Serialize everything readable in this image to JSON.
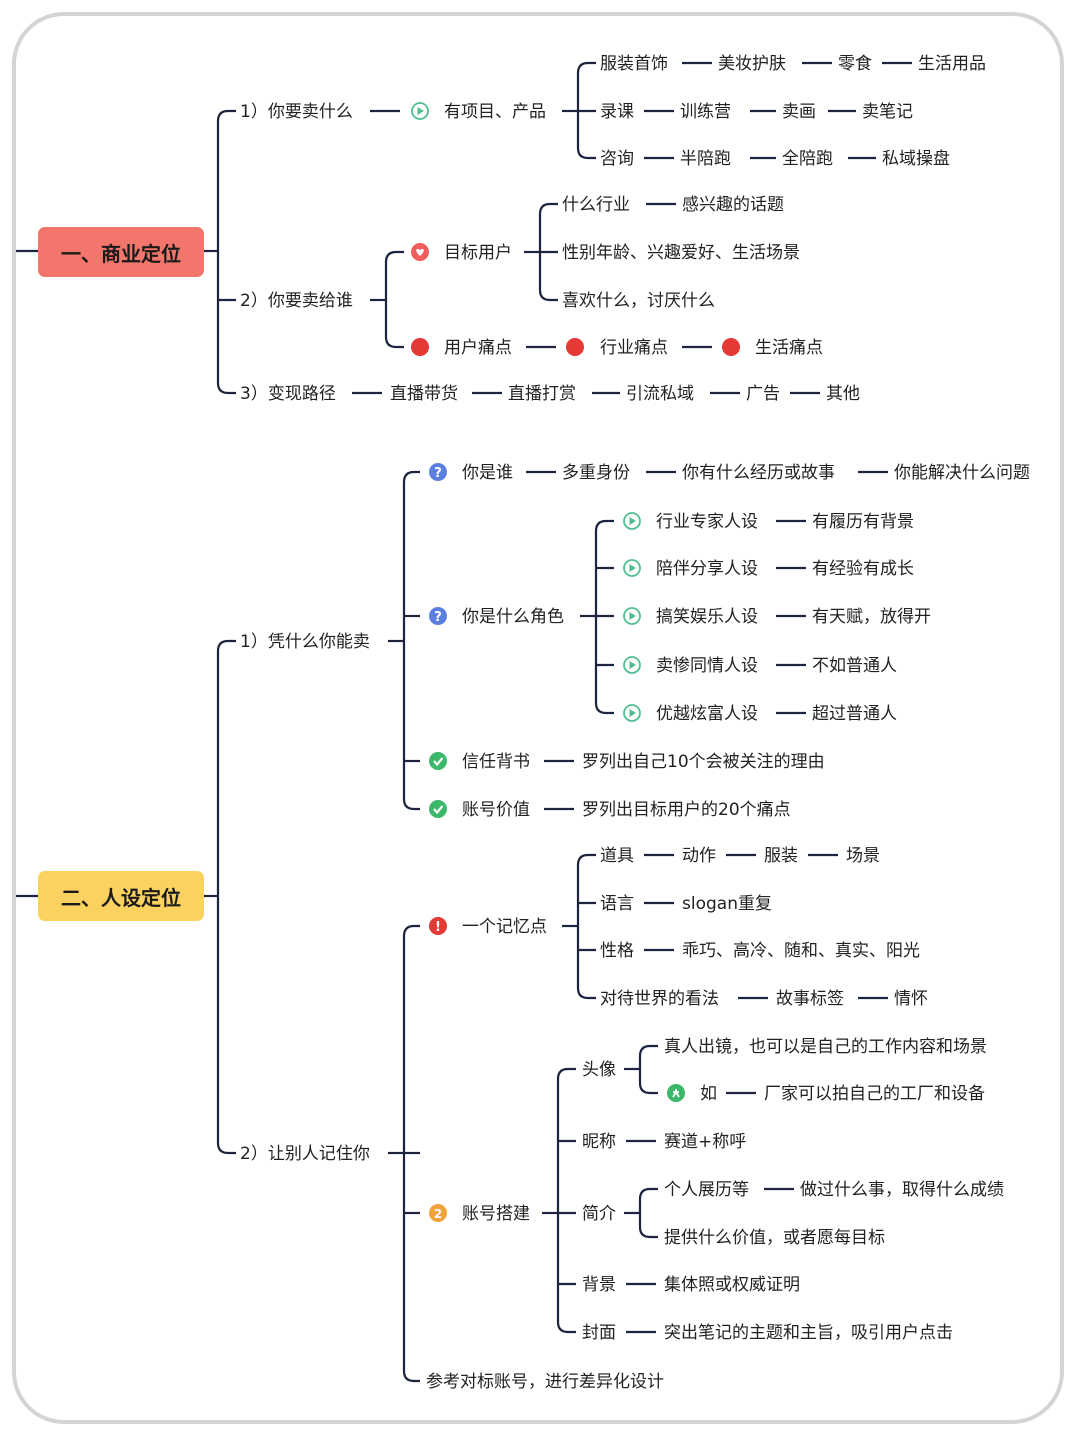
{
  "roots": {
    "business": "一、商业定位",
    "persona": "二、人设定位"
  },
  "business": {
    "b1_label": "1）你要卖什么",
    "b1_node": "有项目、产品",
    "b1_row1": [
      "服装首饰",
      "美妆护肤",
      "零食",
      "生活用品"
    ],
    "b1_row2": [
      "录课",
      "训练营",
      "卖画",
      "卖笔记"
    ],
    "b1_row3": [
      "咨询",
      "半陪跑",
      "全陪跑",
      "私域操盘"
    ],
    "b2_label": "2）你要卖给谁",
    "b2_target": "目标用户",
    "b2_t1": [
      "什么行业",
      "感兴趣的话题"
    ],
    "b2_t2": "性别年龄、兴趣爱好、生活场景",
    "b2_t3": "喜欢什么，讨厌什么",
    "b2_pains": [
      "用户痛点",
      "行业痛点",
      "生活痛点"
    ],
    "b3_label": "3）变现路径",
    "b3_items": [
      "直播带货",
      "直播打赏",
      "引流私域",
      "广告",
      "其他"
    ]
  },
  "persona": {
    "p1_label": "1）凭什么你能卖",
    "who": [
      "你是谁",
      "多重身份",
      "你有什么经历或故事",
      "你能解决什么问题"
    ],
    "role": "你是什么角色",
    "roles": [
      [
        "行业专家人设",
        "有履历有背景"
      ],
      [
        "陪伴分享人设",
        "有经验有成长"
      ],
      [
        "搞笑娱乐人设",
        "有天赋，放得开"
      ],
      [
        "卖惨同情人设",
        "不如普通人"
      ],
      [
        "优越炫富人设",
        "超过普通人"
      ]
    ],
    "trust": [
      "信任背书",
      "罗列出自己10个会被关注的理由"
    ],
    "value": [
      "账号价值",
      "罗列出目标用户的20个痛点"
    ],
    "p2_label": "2）让别人记住你",
    "memory": "一个记忆点",
    "mem_rows": [
      [
        "道具",
        "动作",
        "服装",
        "场景"
      ],
      [
        "语言",
        "slogan重复"
      ],
      [
        "性格",
        "乖巧、高冷、随和、真实、阳光"
      ],
      [
        "对待世界的看法",
        "故事标签",
        "情怀"
      ]
    ],
    "account": "账号搭建",
    "avatar": "头像",
    "avatar1": "真人出镜，也可以是自己的工作内容和场景",
    "avatar2": [
      "如",
      "厂家可以拍自己的工厂和设备"
    ],
    "nickname": [
      "昵称",
      "赛道+称呼"
    ],
    "intro": "简介",
    "intro1": [
      "个人展历等",
      "做过什么事，取得什么成绩"
    ],
    "intro2": "提供什么价值，或者愿每目标",
    "bg": [
      "背景",
      "集体照或权威证明"
    ],
    "cover": [
      "封面",
      "突出笔记的主题和主旨，吸引用户点击"
    ],
    "ref": "参考对标账号，进行差异化设计"
  },
  "icon_colors": {
    "play": "#4fbf8f",
    "heart": "#f25d5d",
    "dot": "#e53935",
    "question": "#5b7fe0",
    "check": "#3cb86a",
    "warn": "#e53935",
    "two": "#f0a23b"
  }
}
